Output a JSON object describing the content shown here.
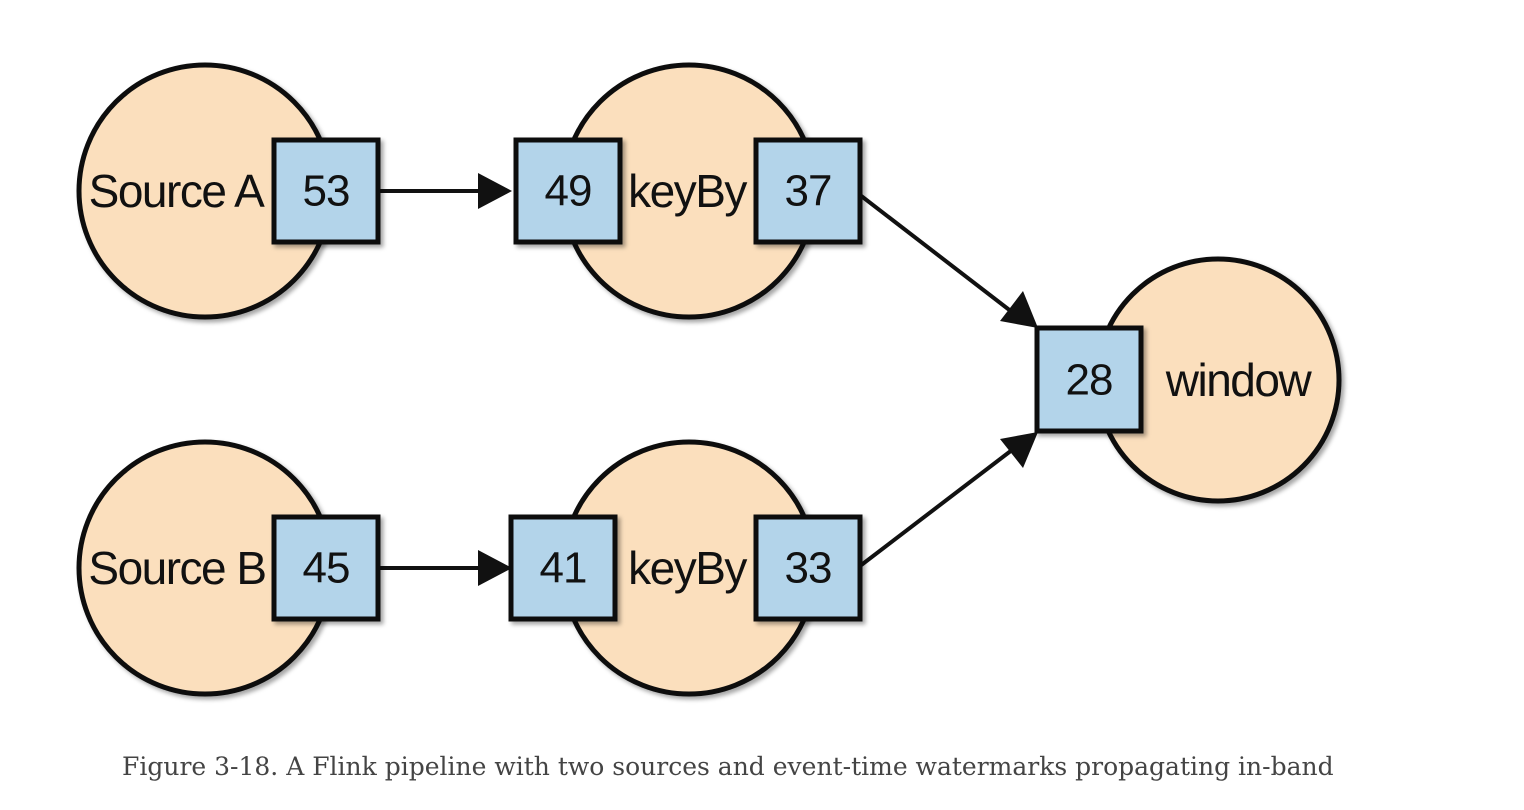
{
  "nodes": {
    "source_a": {
      "label": "Source A",
      "watermark": "53"
    },
    "source_b": {
      "label": "Source B",
      "watermark": "45"
    },
    "keyby_top": {
      "label": "keyBy",
      "input_watermark": "49",
      "output_watermark": "37"
    },
    "keyby_bottom": {
      "label": "keyBy",
      "input_watermark": "41",
      "output_watermark": "33"
    },
    "window": {
      "label": "window",
      "watermark": "28"
    }
  },
  "colors": {
    "operator_fill": "#fbdfbd",
    "watermark_fill": "#b3d4ea",
    "stroke": "#111111"
  },
  "caption": "Figure 3-18. A Flink pipeline with two sources and event-time watermarks propagating in-band"
}
